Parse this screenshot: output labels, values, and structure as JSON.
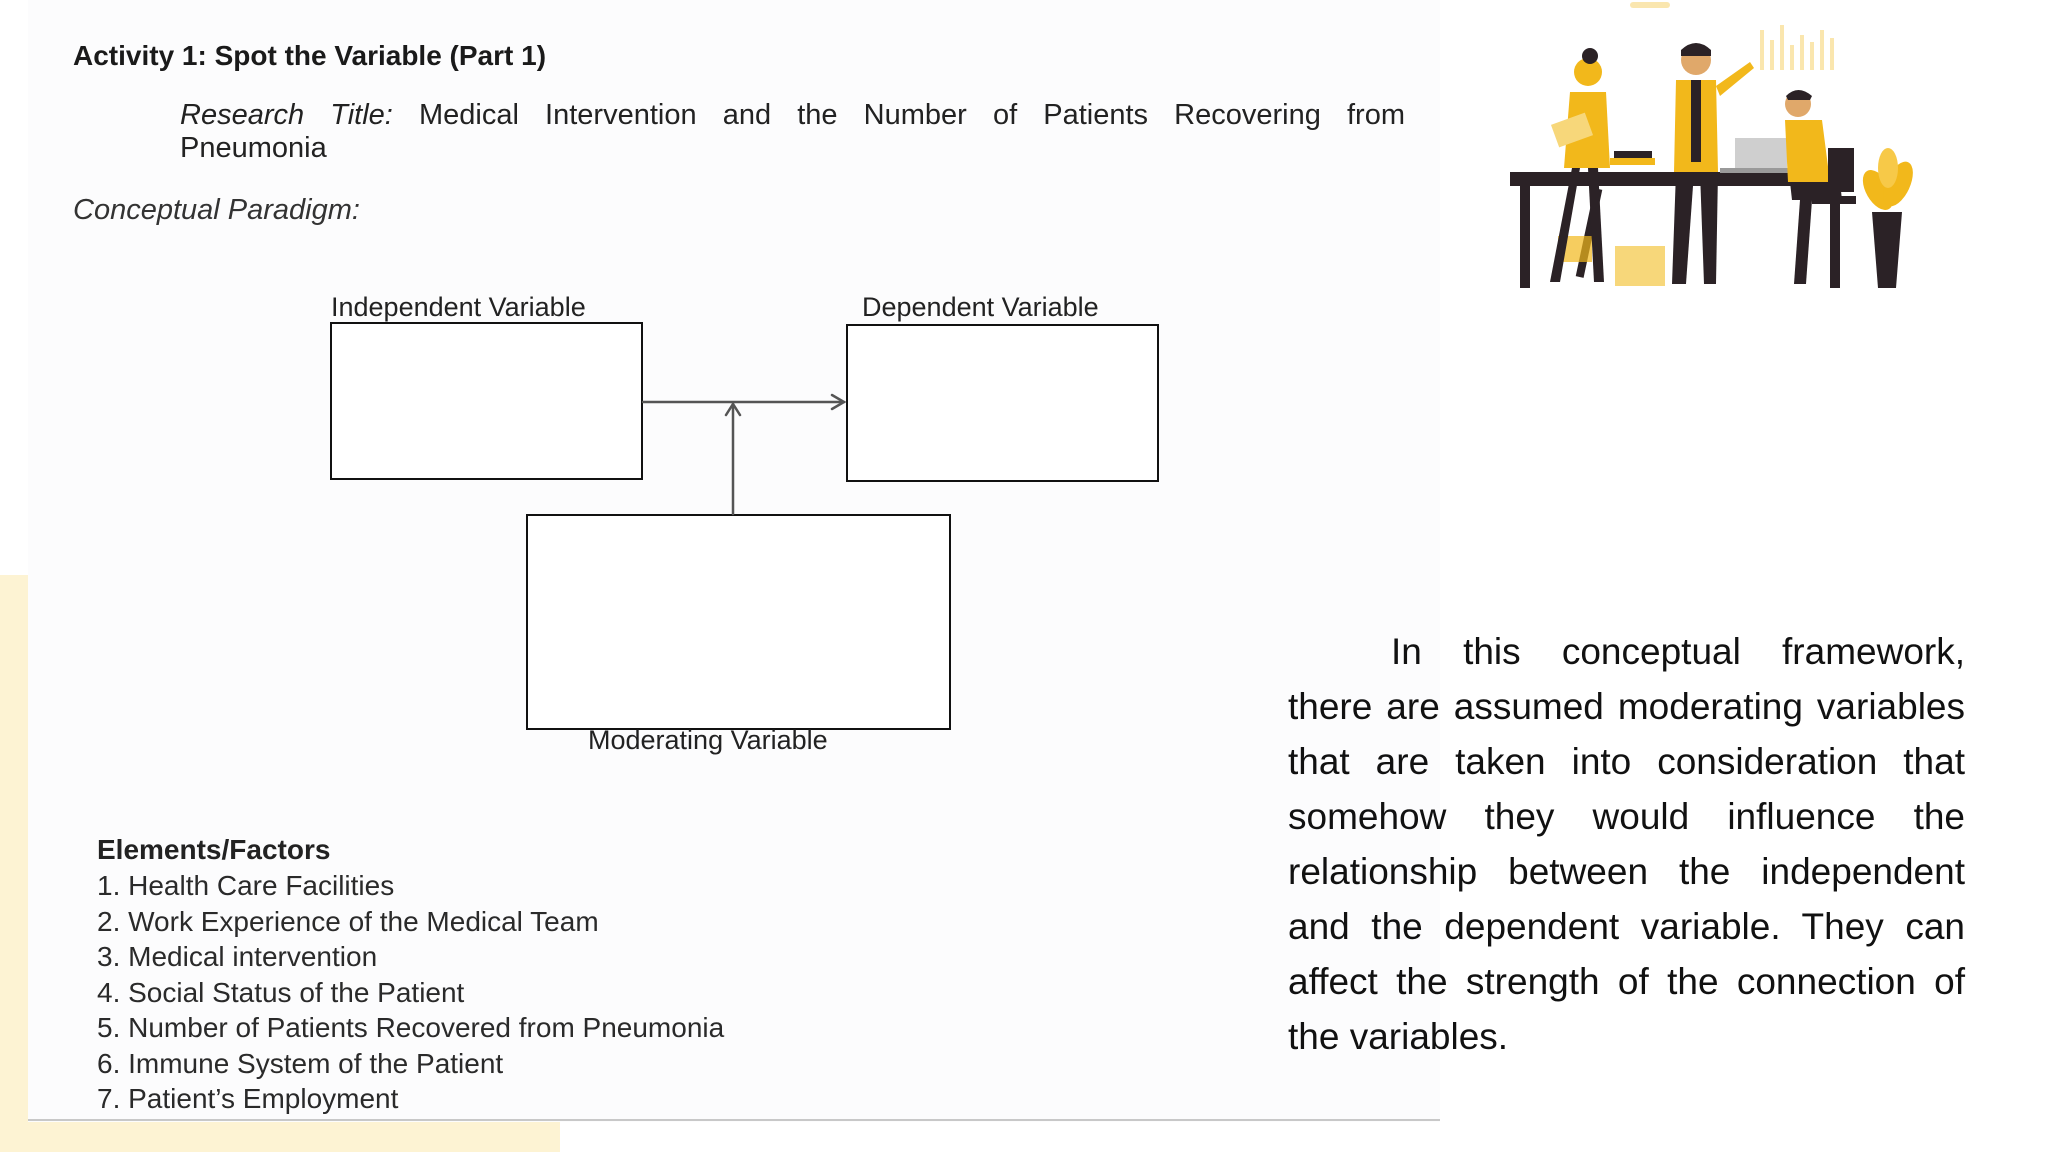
{
  "activity": {
    "title": "Activity 1: Spot the Variable (Part 1)"
  },
  "research": {
    "label": "Research Title:",
    "title_line1": "Medical Intervention and the Number of Patients Recovering from",
    "title_line2": "Pneumonia"
  },
  "paradigm": {
    "label": "Conceptual Paradigm:"
  },
  "diagram": {
    "independent_label": "Independent Variable",
    "dependent_label": "Dependent Variable",
    "moderating_label": "Moderating Variable"
  },
  "elements": {
    "heading": "Elements/Factors",
    "items": [
      "1. Health Care Facilities",
      "2. Work Experience of the Medical Team",
      "3. Medical intervention",
      "4. Social Status of the Patient",
      "5. Number of Patients Recovered from Pneumonia",
      "6. Immune System of the Patient",
      "7. Patient’s Employment"
    ]
  },
  "explanation": {
    "text": "In this conceptual framework, there are assumed moderating variables that are taken into consideration that somehow they would influence the relationship between the independent and the dependent variable. They can affect the strength of the connection of the variables."
  },
  "colors": {
    "accent_yellow": "#f2b81b",
    "band_cream": "#fdf3d3",
    "figure_dark": "#2b2226"
  },
  "illustration": {
    "icon": "team-working-illustration"
  }
}
